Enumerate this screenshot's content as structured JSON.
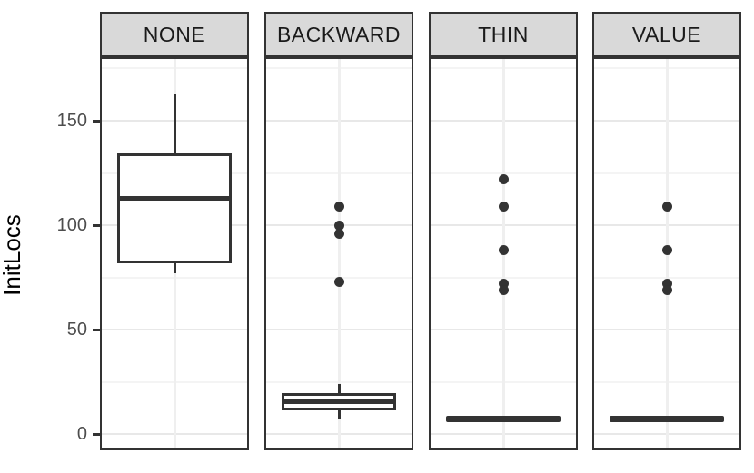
{
  "chart_data": {
    "type": "boxplot",
    "title": "",
    "xlabel": "",
    "ylabel": "InitLocs",
    "facet_labels": [
      "NONE",
      "BACKWARD",
      "THIN",
      "VALUE"
    ],
    "yticks": [
      150,
      100,
      50,
      0
    ],
    "ylim": [
      -7,
      180
    ],
    "grid": {
      "major_y": [
        0,
        50,
        100,
        150
      ],
      "minor_y": [
        25,
        75,
        125,
        175
      ],
      "vertical_center_line": true
    },
    "legend": "none",
    "facets": [
      {
        "label": "NONE",
        "stats": {
          "lower_whisker": 77,
          "q1": 82,
          "median": 113,
          "q3": 134.5,
          "upper_whisker": 163
        },
        "outliers": []
      },
      {
        "label": "BACKWARD",
        "stats": {
          "lower_whisker": 7,
          "q1": 11.5,
          "median": 15.5,
          "q3": 19.5,
          "upper_whisker": 24
        },
        "outliers": [
          109,
          100,
          96,
          73
        ]
      },
      {
        "label": "THIN",
        "stats": {
          "lower_whisker": 7.5,
          "q1": 7.5,
          "median": 7.5,
          "q3": 7.5,
          "upper_whisker": 7.5
        },
        "outliers": [
          122,
          109,
          88,
          72,
          69
        ]
      },
      {
        "label": "VALUE",
        "stats": {
          "lower_whisker": 7.5,
          "q1": 7.5,
          "median": 7.5,
          "q3": 7.5,
          "upper_whisker": 7.5
        },
        "outliers": [
          109,
          88,
          72,
          69
        ]
      }
    ],
    "colors": {
      "line": "#333333",
      "strip_fill": "#d9d9d9",
      "panel_bg": "#ffffff",
      "grid_major": "#e8e8e8",
      "grid_minor": "#f4f4f4",
      "grid_vertical": "#efefef",
      "tick_text": "#4d4d4d",
      "axis_title_text": "#000000"
    }
  }
}
